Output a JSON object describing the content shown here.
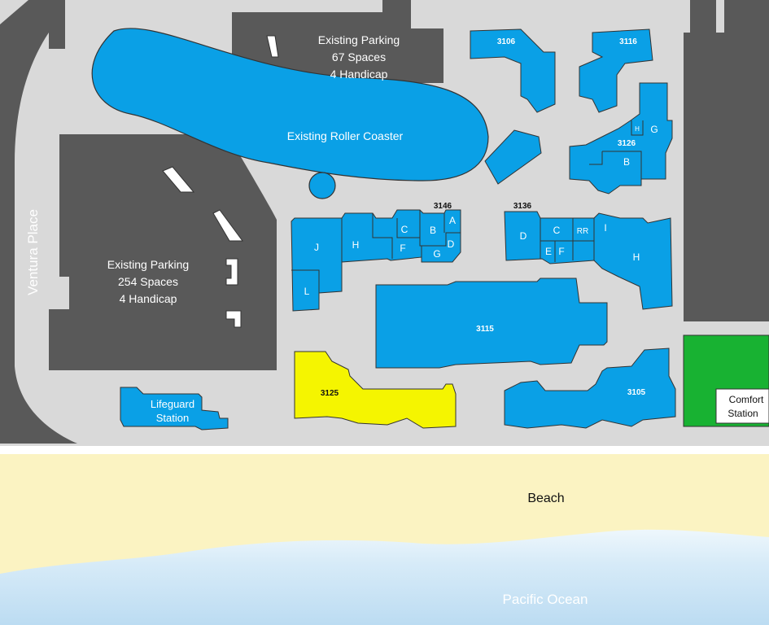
{
  "map": {
    "ventura_place": "Ventura Place",
    "parking_north": [
      "Existing Parking",
      "67 Spaces",
      "4 Handicap"
    ],
    "parking_west": [
      "Existing Parking",
      "254 Spaces",
      "4 Handicap"
    ],
    "roller_coaster": "Existing Roller Coaster",
    "lifeguard": [
      "Lifeguard",
      "Station"
    ],
    "comfort": [
      "Comfort",
      "Station"
    ],
    "beach": "Beach",
    "ocean": "Pacific Ocean",
    "buildings": {
      "b3106": "3106",
      "b3116": "3116",
      "b3126": "3126",
      "b3146": "3146",
      "b3136": "3136",
      "b3115": "3115",
      "b3125": "3125",
      "b3105": "3105"
    },
    "units3126": {
      "b": "B",
      "g": "G",
      "h": "H"
    },
    "units3146": {
      "a": "A",
      "b": "B",
      "c": "C",
      "d": "D",
      "f": "F",
      "g": "G",
      "h": "H",
      "j": "J",
      "l": "L"
    },
    "units3136": {
      "d": "D",
      "c": "C",
      "rr": "RR",
      "i": "I",
      "e": "E",
      "f": "F",
      "h": "H"
    }
  },
  "colors": {
    "background": "#d9d9d9",
    "pavement": "#595959",
    "building": "#0aa0e6",
    "highlight": "#f5f500",
    "green": "#18b232",
    "sand": "#fbf3c2",
    "water": "#cfe6f5"
  }
}
